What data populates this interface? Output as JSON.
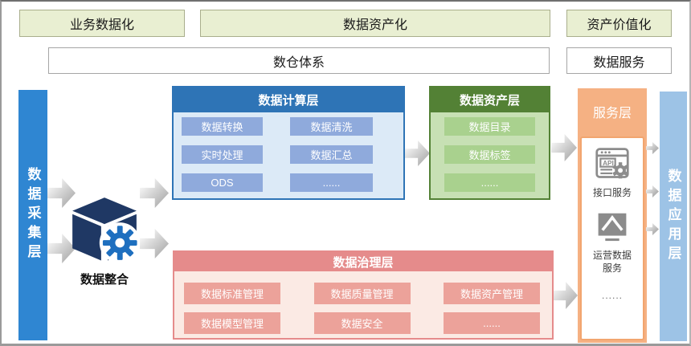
{
  "top_row": {
    "business_datafication": "业务数据化",
    "data_assetization": "数据资产化",
    "asset_valorization": "资产价值化"
  },
  "second_row": {
    "warehouse_system": "数仓体系",
    "data_service": "数据服务"
  },
  "left_bar": {
    "label": "数据采集层"
  },
  "right_bar": {
    "label": "数据应用层"
  },
  "integration": {
    "label": "数据整合",
    "icon": "cube-gear-icon"
  },
  "compute_layer": {
    "title": "数据计算层",
    "cells": [
      "数据转换",
      "数据清洗",
      "实时处理",
      "数据汇总",
      "ODS",
      "......"
    ]
  },
  "asset_layer": {
    "title": "数据资产层",
    "cells": [
      "数据目录",
      "数据标签",
      "......"
    ]
  },
  "service_layer": {
    "title": "服务层",
    "items": [
      {
        "icon": "api-icon",
        "label": "接口服务"
      },
      {
        "icon": "line-chart-icon",
        "label": "运营数据服务"
      }
    ],
    "more": "......"
  },
  "governance_layer": {
    "title": "数据治理层",
    "cells": [
      "数据标准管理",
      "数据质量管理",
      "数据资产管理",
      "数据模型管理",
      "数据安全",
      "......"
    ]
  },
  "colors": {
    "pale_green_fill": "#e9efd2",
    "pale_green_border": "#a9ae8c",
    "collect_bar_blue": "#2f86d2",
    "apply_bar_blue": "#9dc3e6",
    "compute_dark_blue": "#2e74b6",
    "compute_body": "#dceaf7",
    "compute_cell": "#8faadc",
    "asset_dark_green": "#538135",
    "asset_body": "#c7e0b4",
    "asset_cell": "#a9d18e",
    "service_orange": "#f5b183",
    "governance_header": "#e58b8b",
    "governance_body": "#fbeae4",
    "governance_cell": "#eca29a",
    "cube_navy": "#1f3864",
    "gear_blue": "#1e6fbf",
    "icon_gray": "#8c8c8c"
  }
}
